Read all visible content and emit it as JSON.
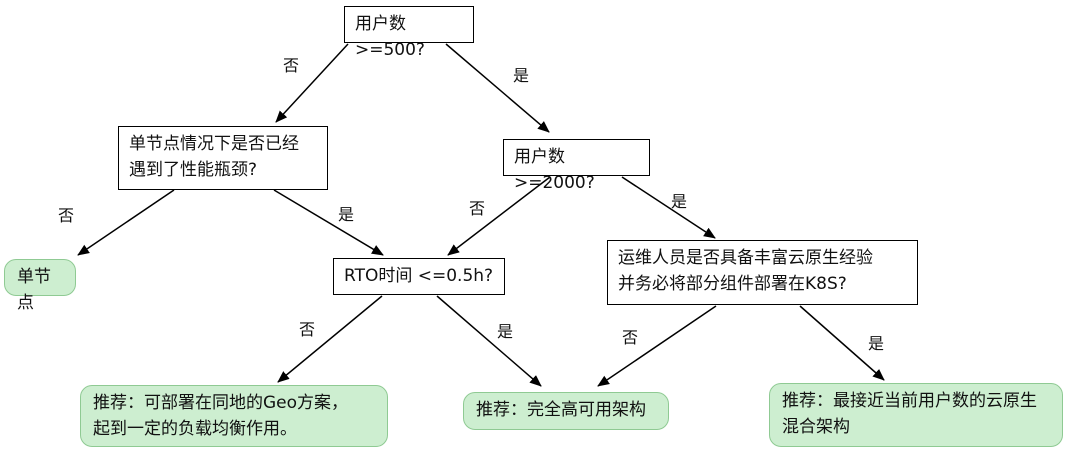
{
  "nodes": {
    "q_users_500": "用户数>=500?",
    "q_bottleneck_line1": "单节点情况下是否已经",
    "q_bottleneck_line2": "遇到了性能瓶颈?",
    "q_users_2000": "用户数>=2000?",
    "r_single_node": "单节点",
    "q_rto": "RTO时间 <=0.5h?",
    "q_ops_line1": "运维人员是否具备丰富云原生经验",
    "q_ops_line2": "并务必将部分组件部署在K8S?",
    "r_geo_line1": "推荐：可部署在同地的Geo方案，",
    "r_geo_line2": "起到一定的负载均衡作用。",
    "r_ha": "推荐：完全高可用架构",
    "r_cloud_native_line1": "推荐：最接近当前用户数的云原生",
    "r_cloud_native_line2": "混合架构"
  },
  "labels": {
    "no": "否",
    "yes": "是"
  }
}
